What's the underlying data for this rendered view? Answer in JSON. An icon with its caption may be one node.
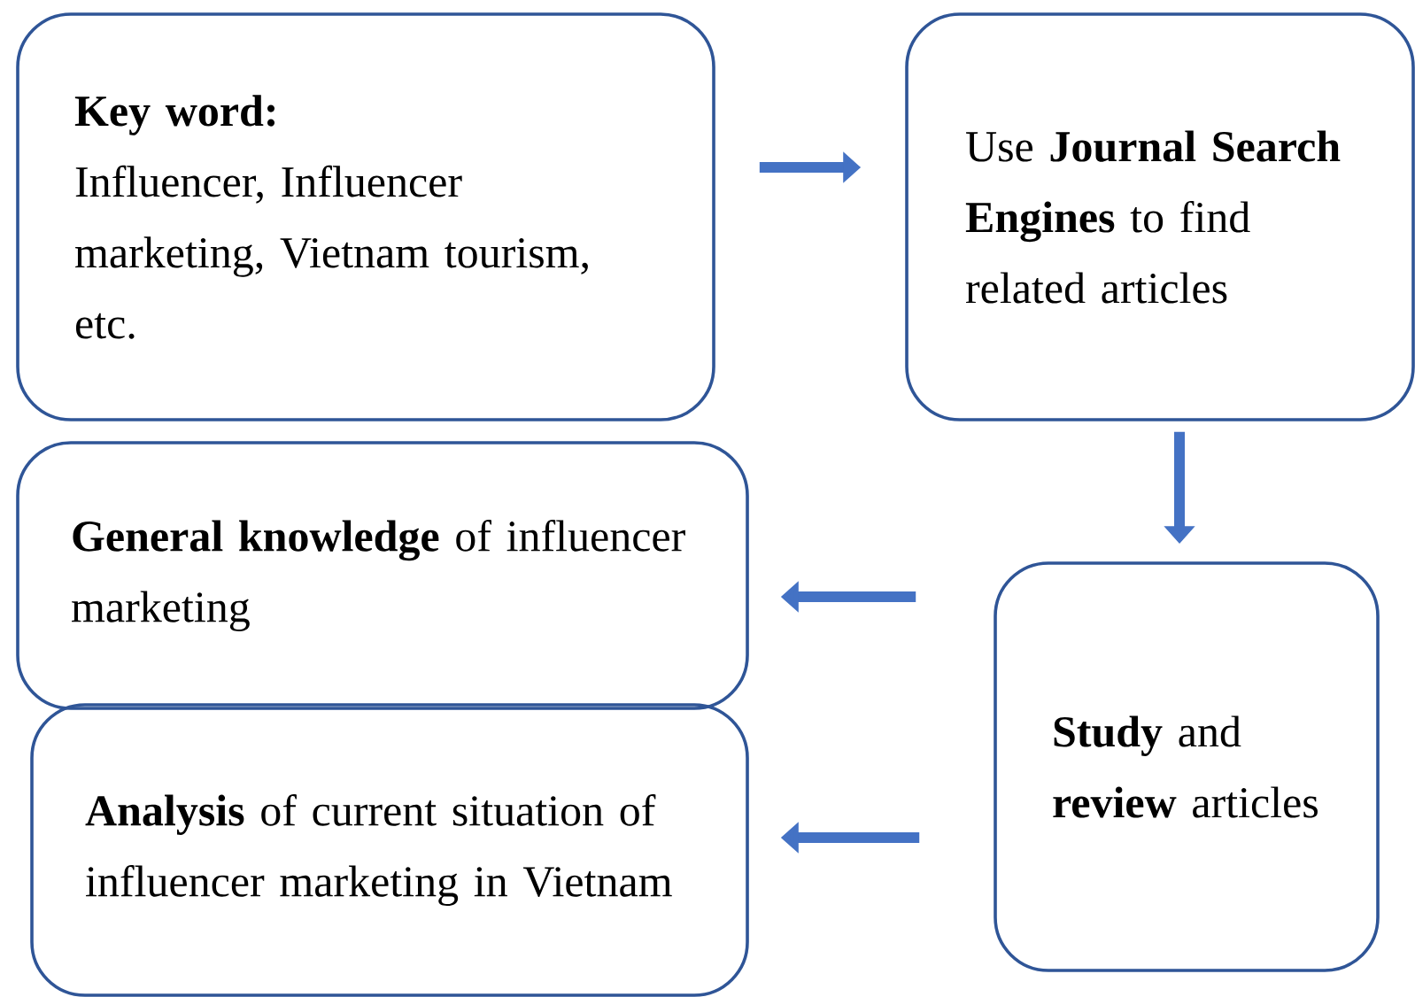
{
  "diagram": {
    "nodes": [
      {
        "text": [
          "Key word:",
          "Influencer, Influencer marketing, Vietnam tourism, etc."
        ]
      },
      {
        "text": [
          "Use **Journal Search Engines** to find related articles"
        ]
      },
      {
        "text": [
          "**General knowledge** of influencer marketing"
        ]
      },
      {
        "text": [
          "**Study** and **review** articles"
        ]
      },
      {
        "text": [
          "**Analysis** of current situation of influencer marketing in Vietnam"
        ]
      }
    ],
    "edges": [
      {
        "from": 0,
        "to": 1,
        "arrow": "to"
      },
      {
        "from": 1,
        "to": 3,
        "arrow": "to"
      },
      {
        "from": 3,
        "to": 2,
        "arrow": "to"
      },
      {
        "from": 3,
        "to": 4,
        "arrow": "to"
      }
    ]
  }
}
